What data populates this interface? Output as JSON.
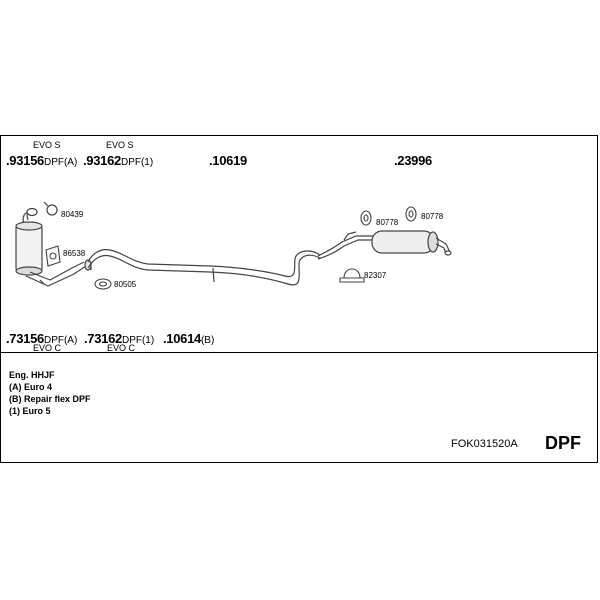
{
  "top_row": {
    "evo_labels": [
      "EVO S",
      "EVO S"
    ],
    "codes": [
      {
        "code": ".93156",
        "suffix": "DPF(A)"
      },
      {
        "code": ".93162",
        "suffix": "DPF(1)"
      },
      {
        "code": ".10619",
        "suffix": ""
      },
      {
        "code": ".23996",
        "suffix": ""
      }
    ]
  },
  "bottom_row": {
    "evo_labels": [
      "EVO C",
      "EVO C"
    ],
    "codes": [
      {
        "code": ".73156",
        "suffix": "DPF(A)"
      },
      {
        "code": ".73162",
        "suffix": "DPF(1)"
      },
      {
        "code": ".10614",
        "suffix": "(B)"
      }
    ]
  },
  "part_labels": {
    "clamp_front": "80439",
    "gasket_flange": "86538",
    "gasket_ring": "80505",
    "rubber_mount_left": "80778",
    "rubber_mount_right": "80778",
    "u_clamp_rear": "82307"
  },
  "notes": [
    "Eng. HHJF",
    "(A) Euro 4",
    "(B) Repair flex DPF",
    "(1) Euro 5"
  ],
  "reference_code": "FOK031520A",
  "system_type": "DPF"
}
